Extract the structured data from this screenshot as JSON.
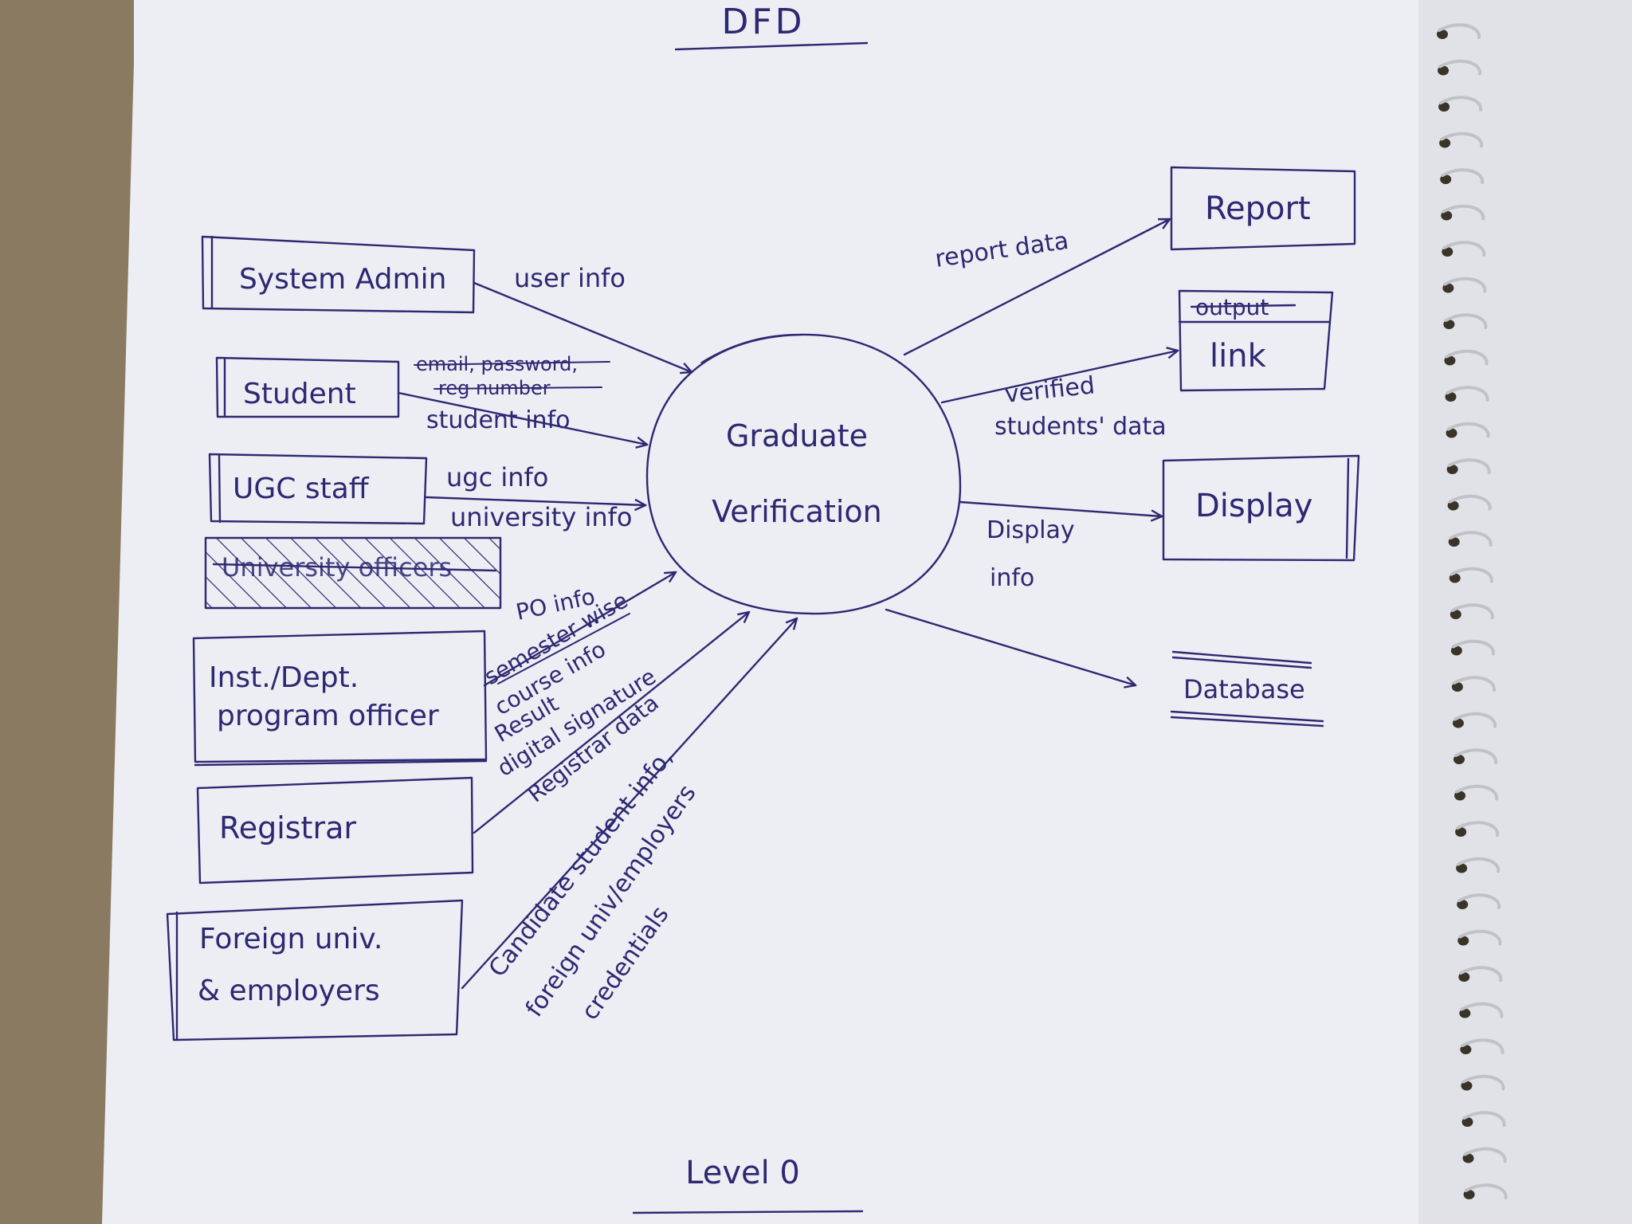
{
  "title": "DFD",
  "footer": "Level 0",
  "process": {
    "line1": "Graduate",
    "line2": "Verification"
  },
  "entities": {
    "system_admin": "System Admin",
    "student": "Student",
    "ugc_staff": "UGC staff",
    "university_officers": "University officers",
    "inst_po_line1": "Inst./Dept.",
    "inst_po_line2": "program officer",
    "registrar": "Registrar",
    "foreign_line1": "Foreign univ.",
    "foreign_line2": "& employers"
  },
  "outputs": {
    "report": "Report",
    "output": "output",
    "link": "link",
    "display": "Display",
    "database": "Database"
  },
  "flows": {
    "user_info": "user info",
    "student_struck_1": "email, password,",
    "student_struck_2": "reg number",
    "student_info": "student info",
    "ugc_info": "ugc info",
    "university_info": "university info",
    "po_info": "PO info",
    "po_semester": "semester wise",
    "po_course_info": "course info",
    "po_result": "Result",
    "po_signature": "digital signature",
    "registrar_data": "Registrar data",
    "candidate_info": "Candidate student info,",
    "foreign_credentials_1": "foreign univ/employers",
    "foreign_credentials_2": "credentials",
    "report_data": "report data",
    "verified_1": "verified",
    "verified_2": "students' data",
    "display_info_1": "Display",
    "display_info_2": "info"
  },
  "colors": {
    "ink": "#2d2872",
    "paper": "#ebedf2",
    "desk": "#8a7a62"
  }
}
